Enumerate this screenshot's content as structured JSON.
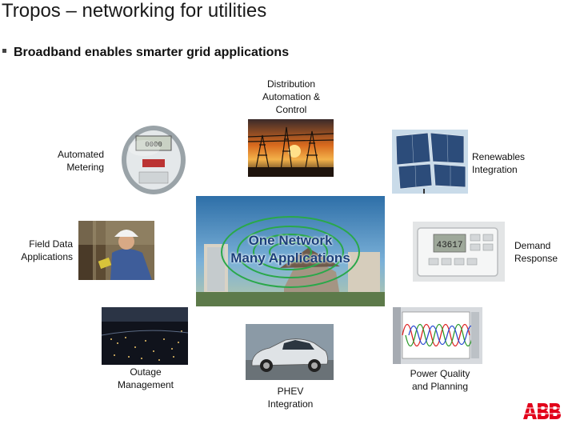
{
  "slide": {
    "title": "Tropos – networking for utilities",
    "bullet": "Broadband enables smarter grid applications"
  },
  "center": {
    "line1": "One Network",
    "line2": "Many Applications"
  },
  "applications": {
    "distribution": "Distribution\nAutomation &\nControl",
    "metering": "Automated\nMetering",
    "renewables": "Renewables\nIntegration",
    "field_data": "Field Data\nApplications",
    "demand": "Demand\nResponse",
    "outage": "Outage\nManagement",
    "phev": "PHEV\nIntegration",
    "power_quality": "Power Quality\nand Planning"
  },
  "meter_display": "43617",
  "logo": "ABB",
  "colors": {
    "abb_red": "#e2001a"
  }
}
